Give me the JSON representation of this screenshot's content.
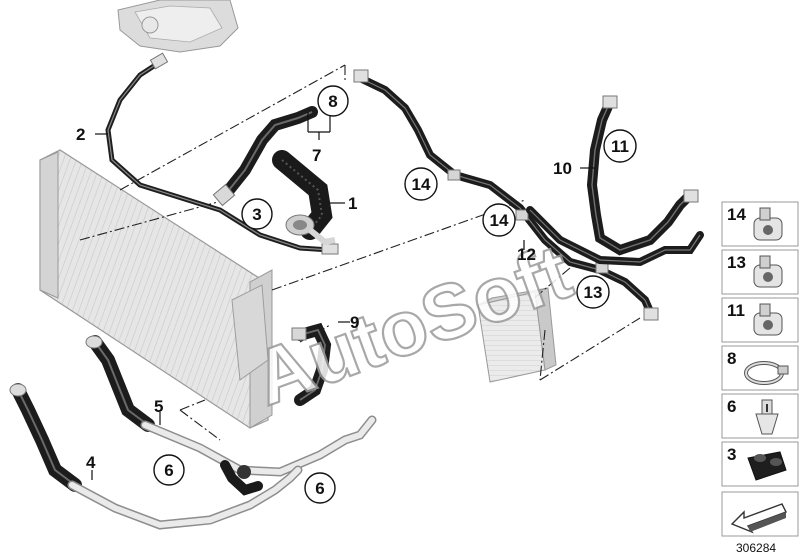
{
  "diagram": {
    "watermark": "AutoSoft",
    "plate_number": "306284",
    "callouts": {
      "c1": "1",
      "c2": "2",
      "c3": "3",
      "c4": "4",
      "c5": "5",
      "c6a": "6",
      "c6b": "6",
      "c7": "7",
      "c8": "8",
      "c9": "9",
      "c10": "10",
      "c11": "11",
      "c12": "12",
      "c13": "13",
      "c14a": "14",
      "c14b": "14"
    },
    "side_panel": {
      "items": [
        {
          "number": "14",
          "icon": "clamp-icon"
        },
        {
          "number": "13",
          "icon": "clamp-icon"
        },
        {
          "number": "11",
          "icon": "clamp-icon"
        },
        {
          "number": "8",
          "icon": "hose-clamp-icon"
        },
        {
          "number": "6",
          "icon": "clip-icon"
        },
        {
          "number": "3",
          "icon": "holder-icon"
        }
      ],
      "arrow_icon": "direction-arrow-icon"
    },
    "colors": {
      "hose": "#1c1c1c",
      "pipe": "#d8d8d8",
      "radiator": "#e2e2e2",
      "outline": "#8a8a8a"
    }
  }
}
